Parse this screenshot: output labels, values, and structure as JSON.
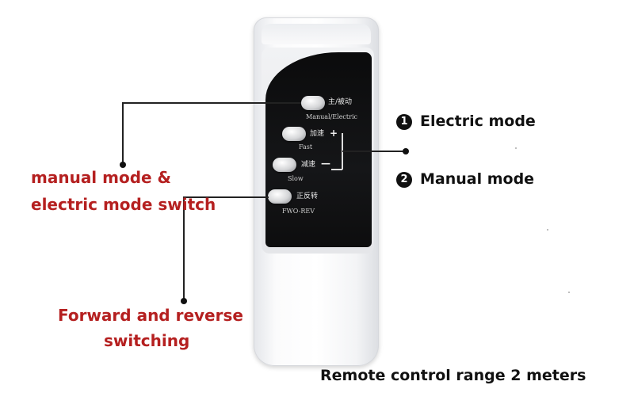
{
  "remote": {
    "buttons": [
      {
        "label": "主/被动",
        "sub": "Manual/Electric"
      },
      {
        "label": "加速",
        "sub": "Fast",
        "sign": "+"
      },
      {
        "label": "减速",
        "sub": "Slow",
        "sign": "—"
      },
      {
        "label": "正反转",
        "sub": "FWO-REV"
      }
    ]
  },
  "annotations": {
    "mode_switch_line1": "manual mode &",
    "mode_switch_line2": "electric mode switch",
    "fwd_rev_line1": "Forward and reverse",
    "fwd_rev_line2": "switching",
    "electric_num": "1",
    "electric_text": "Electric mode",
    "manual_num": "2",
    "manual_text": "Manual mode",
    "range": "Remote control range 2 meters"
  },
  "colors": {
    "annotation_red": "#b52020",
    "panel_black": "#0d0d0e",
    "remote_white": "#f7f8f9"
  }
}
